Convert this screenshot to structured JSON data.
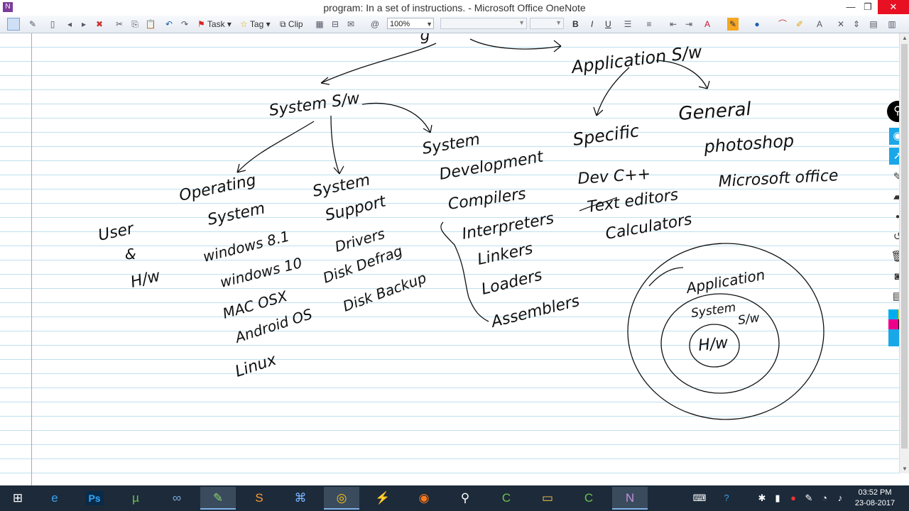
{
  "window": {
    "title": "program: In a set of instructions. - Microsoft Office OneNote",
    "app_icon": "N",
    "minimize_icon": "—",
    "maximize_icon": "❐",
    "close_icon": "✕"
  },
  "toolbar": {
    "task_label": "Task",
    "tag_label": "Tag",
    "clip_label": "Clip",
    "zoom_value": "100%",
    "bold": "B",
    "italic": "I",
    "underline": "U"
  },
  "ink": {
    "top_partial": "g",
    "application_sw": "Application S/w",
    "system_sw": "System S/w",
    "specific": "Specific",
    "general": "General",
    "photoshop": "photoshop",
    "microsoft_office": "Microsoft office",
    "dev_cpp": "Dev C++",
    "text_editors": "Text editors",
    "calculators": "Calculators",
    "system_development_1": "System",
    "system_development_2": "Development",
    "compilers": "Compilers",
    "interpreters": "Interpreters",
    "linkers": "Linkers",
    "loaders": "Loaders",
    "assemblers": "Assemblers",
    "operating_1": "Operating",
    "operating_2": "System",
    "os_items": [
      "windows 8.1",
      "windows 10",
      "MAC OSX",
      "Android OS",
      "Linux"
    ],
    "system_support_1": "System",
    "system_support_2": "Support",
    "support_items": [
      "Drivers",
      "Disk Defrag",
      "Disk Backup"
    ],
    "user_1": "User",
    "user_2": "&",
    "user_3": "H/w",
    "circle_application": "Application",
    "circle_system": "System",
    "circle_sw": "S/w",
    "circle_hw": "H/w"
  },
  "taskbar": {
    "time": "03:52 PM",
    "date": "23-08-2017"
  },
  "colors": {
    "taskbar_bg": "#1c2a3a",
    "active_tool": "#1aa7e8",
    "margin_line": "#f08c8c",
    "rule_line": "#bfe0ef"
  }
}
